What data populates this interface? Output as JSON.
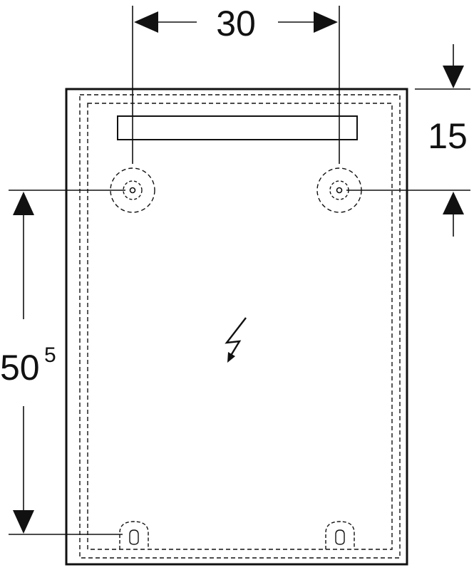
{
  "dimensions": {
    "width_label": "30",
    "offset_label": "15",
    "height_label_main": "50",
    "height_label_sup": "5"
  },
  "colors": {
    "stroke": "#111111",
    "background": "#ffffff"
  },
  "icons": {
    "electrical": "lightning-bolt"
  }
}
